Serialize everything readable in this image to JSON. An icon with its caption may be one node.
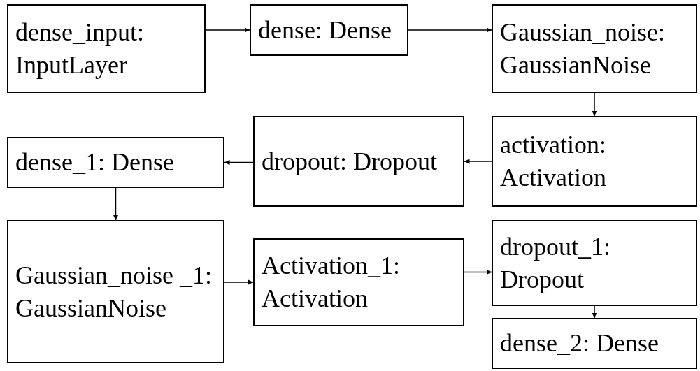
{
  "diagram": {
    "nodes": [
      {
        "text": [
          "dense_input: InputLayer"
        ]
      },
      {
        "text": [
          "dense: Dense"
        ]
      },
      {
        "text": [
          "Gaussian_noise: GaussianNoise"
        ]
      },
      {
        "text": [
          "activation: Activation"
        ]
      },
      {
        "text": [
          "dropout: Dropout"
        ]
      },
      {
        "text": [
          "dense_1: Dense"
        ]
      },
      {
        "text": [
          "Gaussian_noise _1: GaussianNoise"
        ]
      },
      {
        "text": [
          "Activation_1: Activation"
        ]
      },
      {
        "text": [
          "dropout_1: Dropout"
        ]
      },
      {
        "text": [
          "dense_2: Dense"
        ]
      }
    ],
    "edges": [
      {
        "from": 0,
        "to": 1,
        "arrow": "to"
      },
      {
        "from": 1,
        "to": 2,
        "arrow": "to"
      },
      {
        "from": 2,
        "to": 3,
        "arrow": "to"
      },
      {
        "from": 3,
        "to": 4,
        "arrow": "to"
      },
      {
        "from": 4,
        "to": 5,
        "arrow": "to"
      },
      {
        "from": 5,
        "to": 6,
        "arrow": "to"
      },
      {
        "from": 6,
        "to": 7,
        "arrow": "to"
      },
      {
        "from": 7,
        "to": 8,
        "arrow": "to"
      },
      {
        "from": 8,
        "to": 9,
        "arrow": "to"
      }
    ]
  }
}
